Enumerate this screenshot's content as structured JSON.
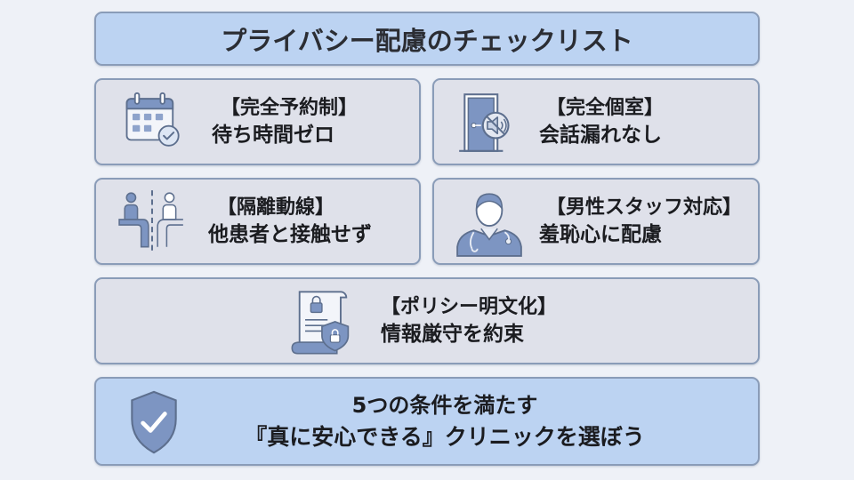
{
  "title": "プライバシー配慮のチェックリスト",
  "cards": [
    {
      "heading": "【完全予約制】",
      "sub": "待ち時間ゼロ",
      "icon": "calendar-check-icon"
    },
    {
      "heading": "【完全個室】",
      "sub": "会話漏れなし",
      "icon": "door-mute-icon"
    },
    {
      "heading": "【隔離動線】",
      "sub": "他患者と接触せず",
      "icon": "separated-path-icon"
    },
    {
      "heading": "【男性スタッフ対応】",
      "sub": "羞恥心に配慮",
      "icon": "male-doctor-icon"
    },
    {
      "heading": "【ポリシー明文化】",
      "sub": "情報厳守を約束",
      "icon": "policy-document-lock-icon"
    }
  ],
  "summary": {
    "line1": "5つの条件を満たす",
    "line2": "『真に安心できる』クリニックを選ぼう",
    "icon": "shield-check-icon"
  },
  "colors": {
    "background": "#eef1f7",
    "highlight_box": "#bcd3f2",
    "card_box": "#dfe1ea",
    "border": "#8a9cb8",
    "icon_blue": "#6f8bbd"
  }
}
